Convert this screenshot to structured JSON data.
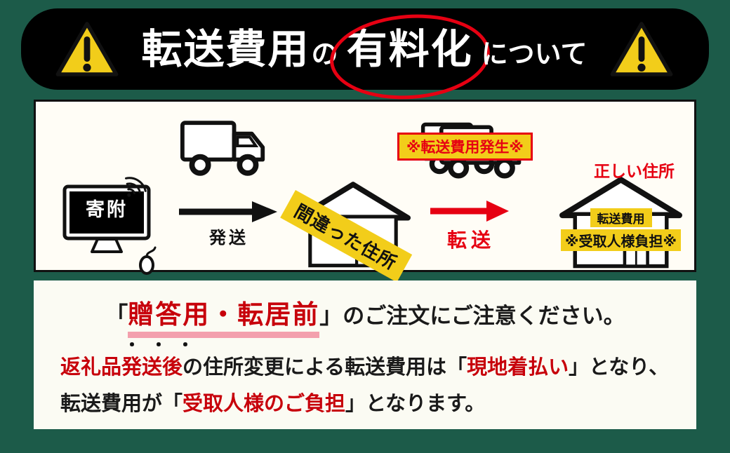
{
  "colors": {
    "background_green": "#1C5B49",
    "banner_black": "#000000",
    "warning_yellow": "#F2CD1A",
    "accent_red": "#E60012",
    "body_text_red": "#C7000B",
    "underline_pink": "#F3A0AD",
    "panel_cream": "#FFFDF6"
  },
  "header": {
    "title_main": "転送費用",
    "title_particle": "の",
    "title_circled": "有料化",
    "title_suffix": "について"
  },
  "diagram": {
    "monitor_screen_label": "寄附",
    "dispatch_label": "発送",
    "wrong_address_banner": "間違った住所",
    "transfer_fee_alert": "※転送費用発生※",
    "transfer_label": "転送",
    "correct_address_label": "正しい住所",
    "fee_tag_line1": "転送費用",
    "fee_tag_line2": "※受取人様負担※"
  },
  "notice": {
    "line1": {
      "open_bracket": "「",
      "highlighted": "贈答用・転居前",
      "close_bracket": "」",
      "rest": "のご注文にご注意ください。"
    },
    "line2": {
      "emphasis_dots": "・・・",
      "red_lead": "返礼品発送後",
      "middle": "の住所変更による転送費用は「",
      "red_term": "現地着払い",
      "tail": "」となり、"
    },
    "line3": {
      "lead": "転送費用が「",
      "red_term": "受取人様のご負担",
      "tail": "」となります。"
    }
  }
}
